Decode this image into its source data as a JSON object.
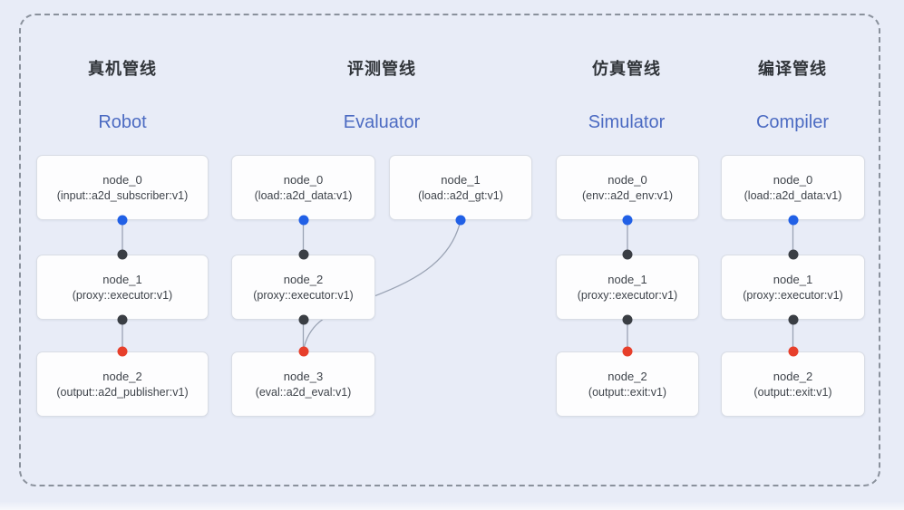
{
  "colors": {
    "background": "#e8ecf7",
    "frame-border": "#8a919c",
    "card-bg": "#fdfdfe",
    "card-border": "#d9dde5",
    "edge": "#9aa3b4",
    "port-blue": "#2160e6",
    "port-dark": "#3a3e44",
    "port-red": "#e73f2b",
    "title-zh": "#303439",
    "title-en": "#4c6bc2",
    "node-text": "#3f444b"
  },
  "pipelines": [
    {
      "key": "robot",
      "title_zh": "真机管线",
      "title_en": "Robot",
      "nodes": [
        {
          "title": "node_0",
          "subtitle": "(input::a2d_subscriber:v1)"
        },
        {
          "title": "node_1",
          "subtitle": "(proxy::executor:v1)"
        },
        {
          "title": "node_2",
          "subtitle": "(output::a2d_publisher:v1)"
        }
      ],
      "edges": [
        "node_0->node_1",
        "node_1->node_2"
      ]
    },
    {
      "key": "evaluator",
      "title_zh": "评测管线",
      "title_en": "Evaluator",
      "nodes": [
        {
          "title": "node_0",
          "subtitle": "(load::a2d_data:v1)"
        },
        {
          "title": "node_1",
          "subtitle": "(load::a2d_gt:v1)"
        },
        {
          "title": "node_2",
          "subtitle": "(proxy::executor:v1)"
        },
        {
          "title": "node_3",
          "subtitle": "(eval::a2d_eval:v1)"
        }
      ],
      "edges": [
        "node_0->node_2",
        "node_1->node_3",
        "node_2->node_3"
      ]
    },
    {
      "key": "simulator",
      "title_zh": "仿真管线",
      "title_en": "Simulator",
      "nodes": [
        {
          "title": "node_0",
          "subtitle": "(env::a2d_env:v1)"
        },
        {
          "title": "node_1",
          "subtitle": "(proxy::executor:v1)"
        },
        {
          "title": "node_2",
          "subtitle": "(output::exit:v1)"
        }
      ],
      "edges": [
        "node_0->node_1",
        "node_1->node_2"
      ]
    },
    {
      "key": "compiler",
      "title_zh": "编译管线",
      "title_en": "Compiler",
      "nodes": [
        {
          "title": "node_0",
          "subtitle": "(load::a2d_data:v1)"
        },
        {
          "title": "node_1",
          "subtitle": "(proxy::executor:v1)"
        },
        {
          "title": "node_2",
          "subtitle": "(output::exit:v1)"
        }
      ],
      "edges": [
        "node_0->node_1",
        "node_1->node_2"
      ]
    }
  ]
}
